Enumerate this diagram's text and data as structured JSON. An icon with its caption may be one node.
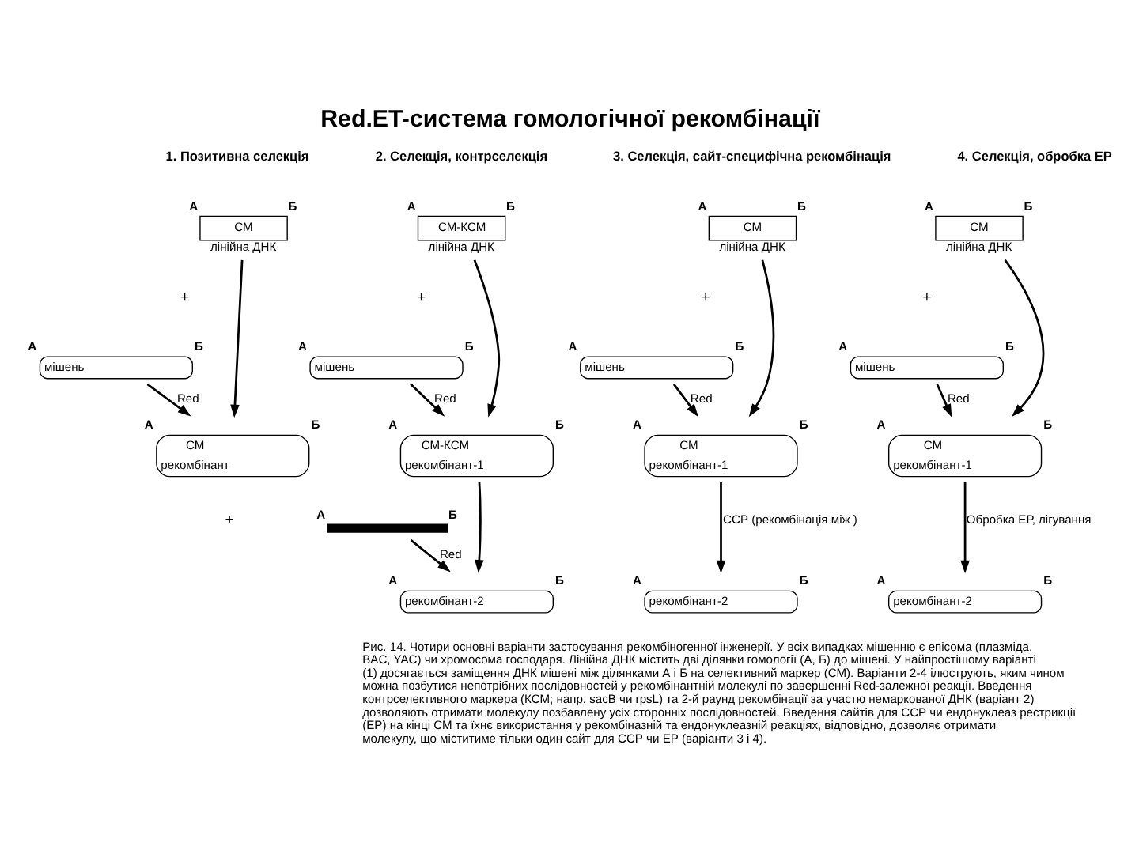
{
  "diagram": {
    "title": "Red.ET-система гомологічної рекомбінації",
    "caption": "Рис. 14. Чотири основні варіанти застосування рекомбіногенної інженерії. У всіх випадках мішенню є епісома (плазміда, BAC, YAC) чи хромосома господаря. Лінійна ДНК містить дві ділянки гомології (А, Б) до мішені. У найпростішому варіанті (1) досягається заміщення ДНК мішені між ділянками А і Б на селективний маркер (СМ). Варіанти 2-4 ілюструють, яким чином можна позбутися непотрібних послідовностей у рекомбінантній молекулі по завершенні Red-залежної реакції. Введення контрселективного маркера (КСМ; напр. sacB чи rpsL) та 2-й раунд рекомбінації за участю немаркованої ДНК (варіант 2) дозволяють отримати молекулу позбавлену усіх сторонніх послідовностей. Введення сайтів для ССР чи ендонуклеаз рестрикції (ЕР) на кінці СМ та їхнє використання у рекомбіназній та ендонуклеазній реакціях, відповідно, дозволяє отримати молекулу, що міститиме тільки один сайт для ССР чи ЕР (варіанти 3 і 4).",
    "nodes": [
      {
        "text": [
          "СМ"
        ],
        "beside": [
          "А",
          "Б",
          "лінійна ДНК"
        ]
      },
      {
        "text": [
          "мішень"
        ],
        "beside": [
          "А",
          "Б"
        ]
      },
      {
        "text": [
          "СМ",
          "рекомбінант"
        ],
        "beside": [
          "А",
          "Б"
        ]
      },
      {
        "text": [
          "СМ-КСМ"
        ],
        "beside": [
          "А",
          "Б",
          "лінійна ДНК"
        ]
      },
      {
        "text": [
          "мішень"
        ],
        "beside": [
          "А",
          "Б"
        ]
      },
      {
        "text": [
          "СМ-КСМ",
          "рекомбінант-1"
        ],
        "beside": [
          "А",
          "Б"
        ]
      },
      {
        "text": [],
        "shape": "bar",
        "beside": [
          "А",
          "Б"
        ]
      },
      {
        "text": [
          "рекомбінант-2"
        ],
        "beside": [
          "А",
          "Б"
        ]
      },
      {
        "text": [
          "СМ"
        ],
        "beside": [
          "А",
          "Б",
          "лінійна ДНК"
        ]
      },
      {
        "text": [
          "мішень"
        ],
        "beside": [
          "А",
          "Б"
        ]
      },
      {
        "text": [
          "СМ",
          "рекомбінант-1"
        ],
        "beside": [
          "А",
          "Б"
        ]
      },
      {
        "text": [
          "рекомбінант-2"
        ],
        "beside": [
          "А",
          "Б"
        ]
      },
      {
        "text": [
          "СМ"
        ],
        "beside": [
          "А",
          "Б",
          "лінійна ДНК"
        ]
      },
      {
        "text": [
          "мішень"
        ],
        "beside": [
          "А",
          "Б"
        ]
      },
      {
        "text": [
          "СМ",
          "рекомбінант-1"
        ],
        "beside": [
          "А",
          "Б"
        ]
      },
      {
        "text": [
          "рекомбінант-2"
        ],
        "beside": [
          "А",
          "Б"
        ]
      }
    ],
    "edges": [
      {
        "from": 0,
        "to": 2,
        "arrow": "to"
      },
      {
        "from": 1,
        "to": 2,
        "arrow": "to",
        "label": "Red"
      },
      {
        "from": 3,
        "to": 5,
        "arrow": "to"
      },
      {
        "from": 4,
        "to": 5,
        "arrow": "to",
        "label": "Red"
      },
      {
        "from": 5,
        "to": 7,
        "arrow": "to"
      },
      {
        "from": 6,
        "to": 7,
        "arrow": "to",
        "label": "Red"
      },
      {
        "from": 8,
        "to": 10,
        "arrow": "to"
      },
      {
        "from": 9,
        "to": 10,
        "arrow": "to",
        "label": "Red"
      },
      {
        "from": 10,
        "to": 11,
        "arrow": "to",
        "label": "ССР (рекомбінація між )"
      },
      {
        "from": 12,
        "to": 14,
        "arrow": "to"
      },
      {
        "from": 13,
        "to": 14,
        "arrow": "to",
        "label": "Red"
      },
      {
        "from": 14,
        "to": 15,
        "arrow": "to",
        "label": "Обробка ЕР, лігування"
      }
    ],
    "labels": [
      "1. Позитивна селекція",
      "2. Селекція, контрселекція",
      "3. Селекція, сайт-специфічна рекомбінація",
      "4. Селекція, обробка ЕР",
      "+",
      "+",
      "+",
      "+",
      "+"
    ]
  }
}
